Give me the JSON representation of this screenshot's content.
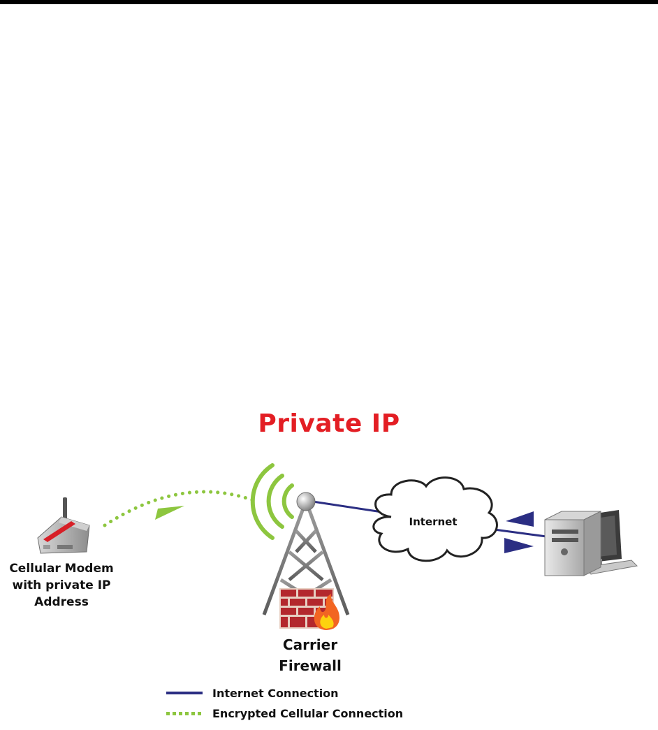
{
  "title": "Private IP",
  "nodes": {
    "modem": "Cellular Modem\nwith private IP\nAddress",
    "tower": "Carrier\nFirewall",
    "cloud": "Internet"
  },
  "legend": [
    {
      "label": "Internet Connection",
      "style": "solid",
      "color": "#2b2e83"
    },
    {
      "label": "Encrypted Cellular Connection",
      "style": "dotted",
      "color": "#8dc63f"
    }
  ],
  "colors": {
    "title": "#e31e24",
    "internet_line": "#2b2e83",
    "cellular_line": "#8dc63f",
    "firewall_brick": "#b3282d"
  }
}
